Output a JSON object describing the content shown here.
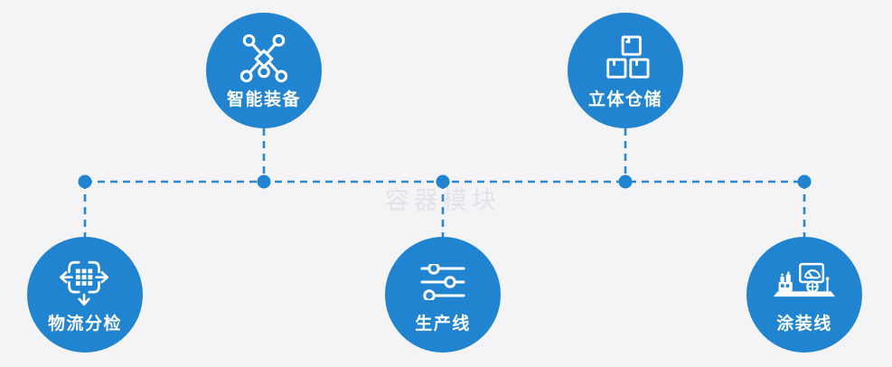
{
  "watermark": {
    "text": "容器模块"
  },
  "colors": {
    "background": "#f4f4f6",
    "circle": "#2184d0",
    "connector_line": "#2e86cc",
    "junction_dot": "#2184d0",
    "label_text": "#ffffff",
    "watermark_text": "#e4e2e6"
  },
  "nodes": [
    {
      "label": "智能装备",
      "icon": "network-nodes-icon",
      "row": "top"
    },
    {
      "label": "立体仓储",
      "icon": "stacked-boxes-icon",
      "row": "top"
    },
    {
      "label": "物流分检",
      "icon": "sort-distribute-icon",
      "row": "bottom"
    },
    {
      "label": "生产线",
      "icon": "sliders-icon",
      "row": "bottom"
    },
    {
      "label": "涂装线",
      "icon": "workstation-icon",
      "row": "bottom"
    }
  ]
}
